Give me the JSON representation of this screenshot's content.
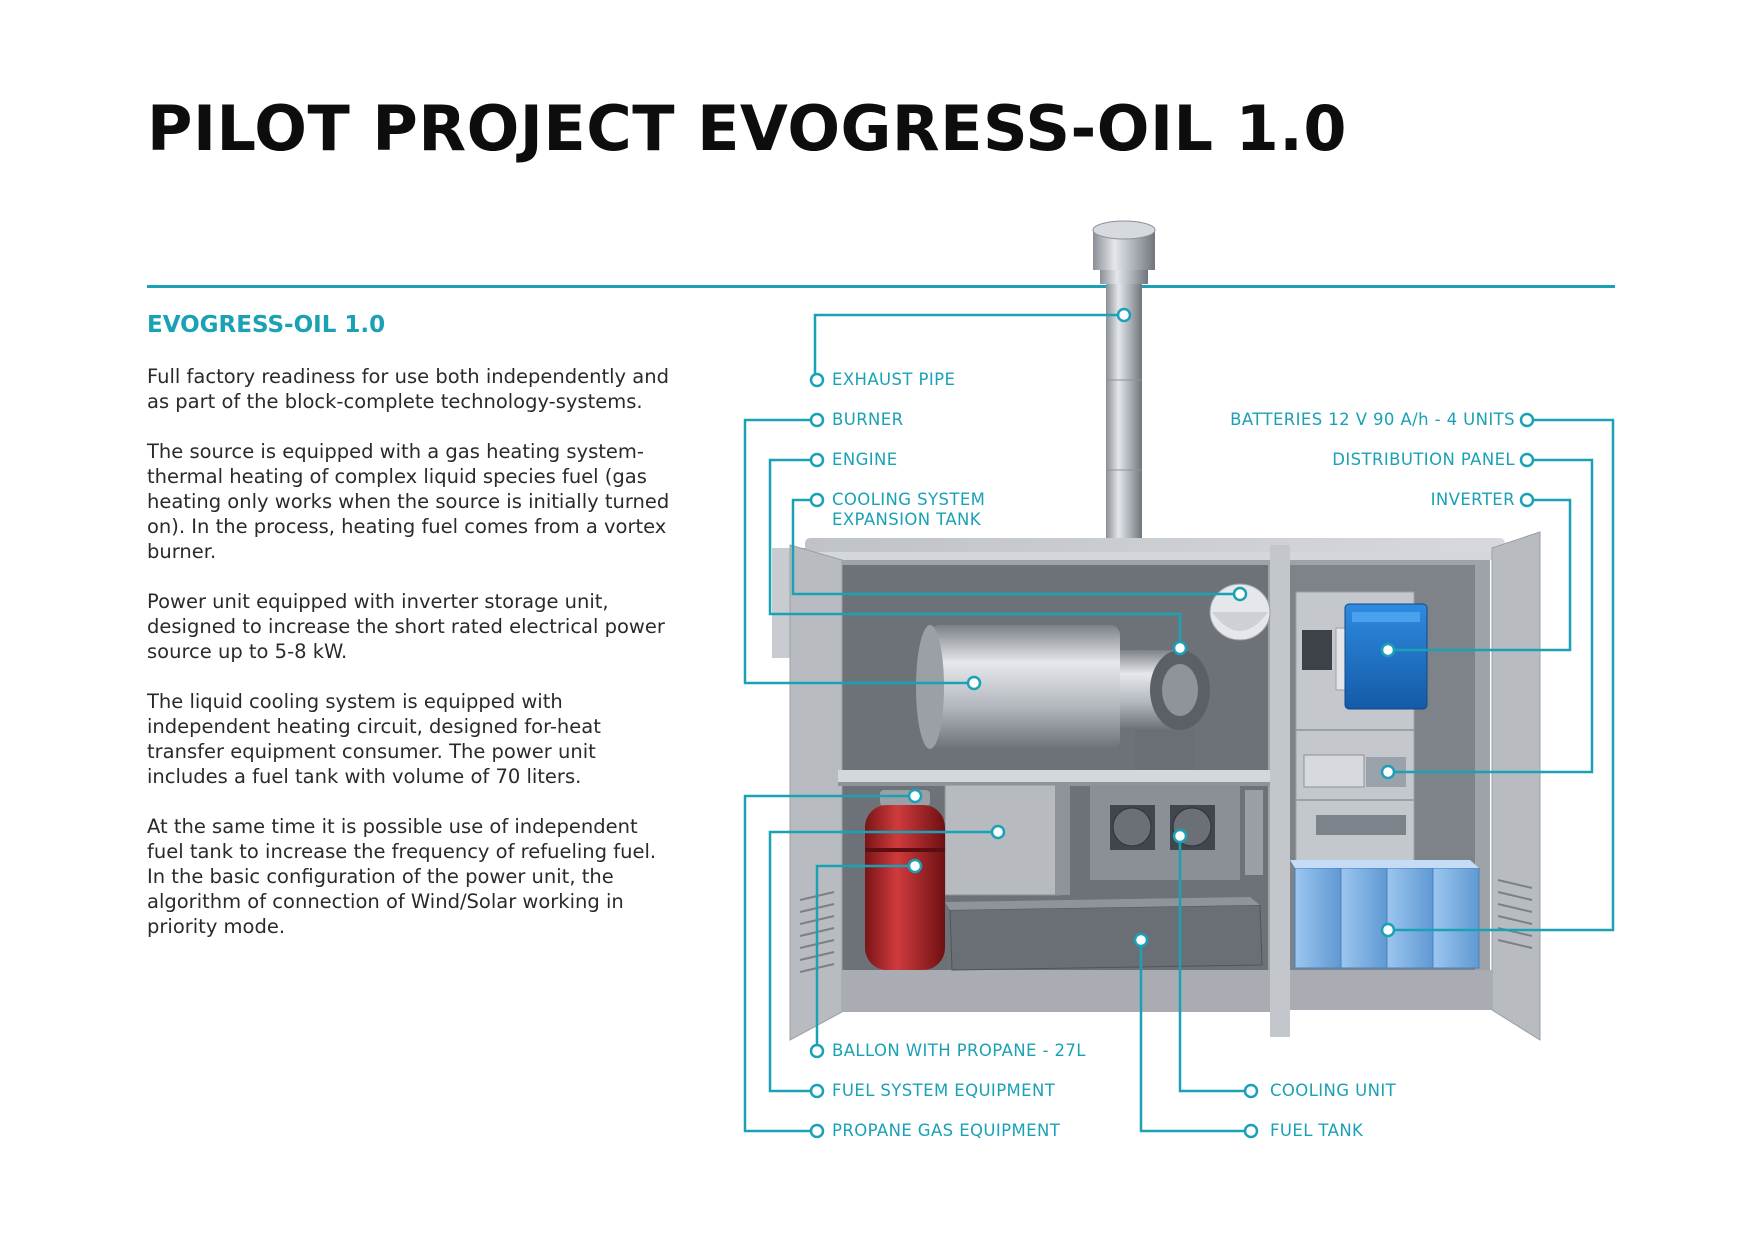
{
  "title": "PILOT PROJECT EVOGRESS-OIL 1.0",
  "subtitle": "EVOGRESS-OIL 1.0",
  "paragraphs": [
    "Full factory readiness for use both independently and as part of the block-complete technology-systems.",
    "The source is equipped with a gas heating system-thermal heating of complex liquid species fuel (gas heating only works when the source is initially turned on). In the process, heating fuel comes from a vortex burner.",
    "Power unit equipped with inverter storage unit, designed to increase the short rated electrical power source up to 5-8 kW.",
    "The liquid cooling system is equipped with independent heating circuit, designed for-heat transfer equipment consumer. The power unit includes a fuel tank with volume of 70 liters.",
    "At the same time it is possible use of independent fuel tank to increase the frequency of refueling fuel. In the basic configuration of the power unit, the algorithm of connection of Wind/Solar working in priority mode."
  ],
  "callouts": {
    "exhaust_pipe": "EXHAUST PIPE",
    "burner": "BURNER",
    "engine": "ENGINE",
    "cooling_tank_line1": "COOLING SYSTEM",
    "cooling_tank_line2": "EXPANSION TANK",
    "batteries": "BATTERIES 12 V 90 A/h - 4 UNITS",
    "distribution_panel": "DISTRIBUTION PANEL",
    "inverter": "INVERTER",
    "ballon_propane": "BALLON WITH PROPANE - 27L",
    "fuel_system_equipment": "FUEL SYSTEM EQUIPMENT",
    "propane_gas_equipment": "PROPANE GAS EQUIPMENT",
    "cooling_unit": "COOLING UNIT",
    "fuel_tank": "FUEL TANK"
  },
  "colors": {
    "accent": "#1aa1b6",
    "text": "#1a1a1a",
    "cabinet": "#c9ccd1",
    "inverter_blue": "#1e73c8",
    "propane_red": "#b3282b",
    "battery_blue": "#7fb4e6"
  }
}
